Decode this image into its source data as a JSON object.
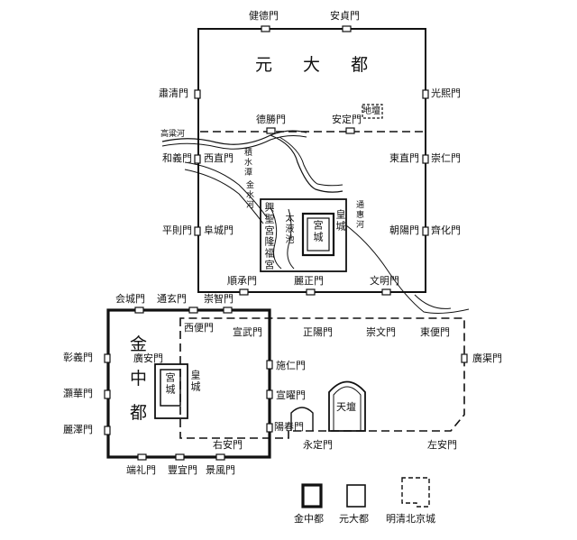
{
  "cities": {
    "yuan": "元 大 都",
    "jin": [
      "金",
      "中",
      "都"
    ]
  },
  "yuan_gates": {
    "jiande": "健德門",
    "anzhen": "安貞門",
    "suqing": "肅清門",
    "guangxi": "光熙門",
    "heyi": "和義門",
    "chongren": "崇仁門",
    "pingze": "平則門",
    "qihua": "齊化門",
    "shuncheng": "順承門",
    "lizheng": "麗正門",
    "wenming": "文明門"
  },
  "ming_gates": {
    "desheng": "德勝門",
    "anding": "安定門",
    "xizhi": "西直門",
    "dongzhi": "東直門",
    "fucheng": "阜城門",
    "chaoyang": "朝陽門",
    "chongzhi": "崇智門",
    "xibian": "西便門",
    "xuanwu": "宣武門",
    "zhengyang": "正陽門",
    "chongwen": "崇文門",
    "dongbian": "東便門",
    "guangan": "廣安門",
    "guangqu": "廣渠門",
    "shiren": "施仁門",
    "xuanyao": "宣曜門",
    "yangchun": "陽春門",
    "yongding": "永定門",
    "youan": "右安門",
    "zuoan": "左安門"
  },
  "jin_gates": {
    "huicheng": "会城門",
    "tongxuan": "通玄門",
    "zhangyi": "彰義門",
    "haohua": "灝華門",
    "lize": "麗澤門",
    "duanli": "端礼門",
    "fengyi": "豐宜門",
    "jingfeng": "景風門"
  },
  "features": {
    "ditan": "地壇",
    "tiantan": "天壇",
    "xinshenggong": "興聖宮",
    "longfugong": "隆福宮",
    "taiyechi": "太液池",
    "gongcheng_yuan": "宮城",
    "huangcheng_yuan": "皇城",
    "gongcheng_jin": "宮城",
    "huangcheng_jin": "皇城",
    "gaoliang": "高粱河",
    "jishui": "積水潭",
    "jinshui": "金水河",
    "tonghui": "通惠河"
  },
  "legend": {
    "jin": "金中都",
    "yuan": "元大都",
    "ming": "明清北京城"
  }
}
